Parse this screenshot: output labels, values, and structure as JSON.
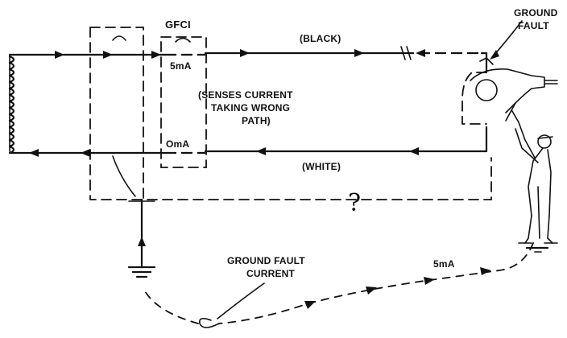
{
  "labels": {
    "gfci": "GFCI",
    "black": "(BLACK)",
    "white": "(WHITE)",
    "five_ma_top": "5mA",
    "zero_ma": "OmA",
    "senses_line1": "(SENSES CURRENT",
    "senses_line2": "TAKING WRONG",
    "senses_line3": "PATH)",
    "ground_fault_line1": "GROUND",
    "ground_fault_line2": "FAULT",
    "ground_fault_current_line1": "GROUND FAULT",
    "ground_fault_current_line2": "CURRENT",
    "five_ma_bottom": "5mA",
    "question_mark": "?"
  },
  "colors": {
    "ink": "#111111",
    "background": "#ffffff"
  }
}
